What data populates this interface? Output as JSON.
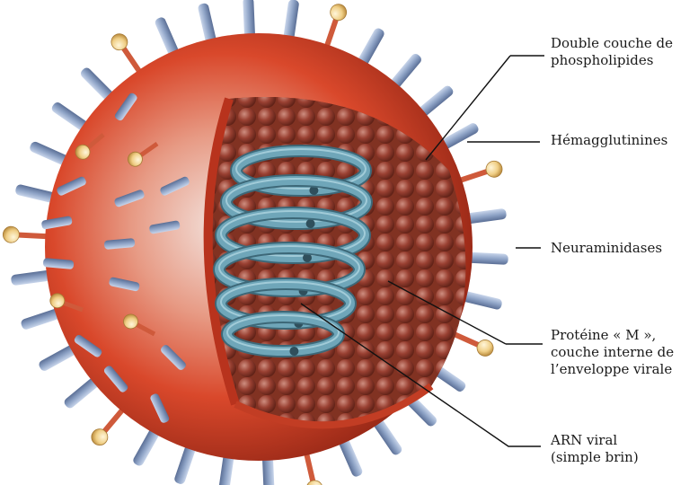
{
  "colors": {
    "envelope": "#d9482b",
    "envelope_dark": "#9e2716",
    "spike_ha": "#8ea3c6",
    "spike_na_head": "#f0cf86",
    "spike_na_stalk": "#cf5a3b",
    "m_protein": "#a8493a",
    "rna": "#6fa6b9",
    "leader": "#111111"
  },
  "labels": {
    "phospholipides": [
      "Double couche de",
      "phospholipides"
    ],
    "hemagglutinines": [
      "Hémagglutinines"
    ],
    "neuraminidases": [
      "Neuraminidases"
    ],
    "proteine_m": [
      "Protéine « M »,",
      "couche interne de",
      "l’enveloppe virale"
    ],
    "arn": [
      "ARN viral",
      "(simple brin)"
    ]
  },
  "icons": {
    "hemagglutinin": "blue-cylinder-spike",
    "neuraminidase": "knobbed-stalk-spike"
  }
}
